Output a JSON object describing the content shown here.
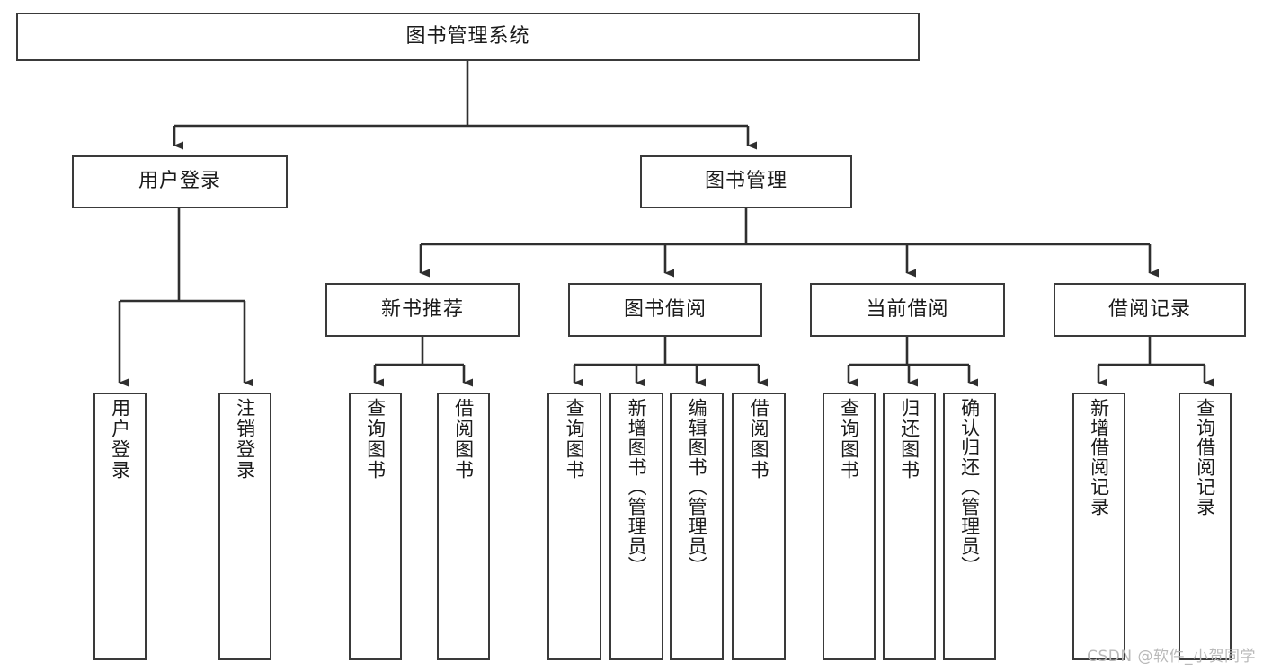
{
  "diagram": {
    "title": "图书管理系统",
    "watermark": "CSDN @软件_小贺同学",
    "colors": {
      "box_border": "#3a3a3a",
      "box_fill": "#ffffff",
      "connector": "#2f2f2f",
      "text": "#1b1b1b",
      "watermark": "#b9b9b9"
    }
  },
  "nodes": {
    "root": {
      "label": "图书管理系统"
    },
    "level1": [
      {
        "id": "user-login",
        "label": "用户登录"
      },
      {
        "id": "book-manage",
        "label": "图书管理"
      }
    ],
    "level2": [
      {
        "id": "new-book-recommend",
        "label": "新书推荐"
      },
      {
        "id": "book-borrow",
        "label": "图书借阅"
      },
      {
        "id": "current-borrow",
        "label": "当前借阅"
      },
      {
        "id": "borrow-record",
        "label": "借阅记录"
      }
    ],
    "leaves": {
      "user_login": [
        {
          "id": "leaf-user-login",
          "label": "用户登录"
        },
        {
          "id": "leaf-logout-login",
          "label": "注销登录"
        }
      ],
      "new_book_recommend": [
        {
          "id": "leaf-query-book-1",
          "label": "查询图书"
        },
        {
          "id": "leaf-borrow-book-1",
          "label": "借阅图书"
        }
      ],
      "book_borrow": [
        {
          "id": "leaf-query-book-2",
          "label": "查询图书"
        },
        {
          "id": "leaf-add-book",
          "label": "新增图书（管理员）"
        },
        {
          "id": "leaf-edit-book",
          "label": "编辑图书（管理员）"
        },
        {
          "id": "leaf-borrow-book-2",
          "label": "借阅图书"
        }
      ],
      "current_borrow": [
        {
          "id": "leaf-query-book-3",
          "label": "查询图书"
        },
        {
          "id": "leaf-return-book",
          "label": "归还图书"
        },
        {
          "id": "leaf-confirm-return",
          "label": "确认归还（管理员）"
        }
      ],
      "borrow_record": [
        {
          "id": "leaf-add-record",
          "label": "新增借阅记录"
        },
        {
          "id": "leaf-query-record",
          "label": "查询借阅记录"
        }
      ]
    }
  }
}
